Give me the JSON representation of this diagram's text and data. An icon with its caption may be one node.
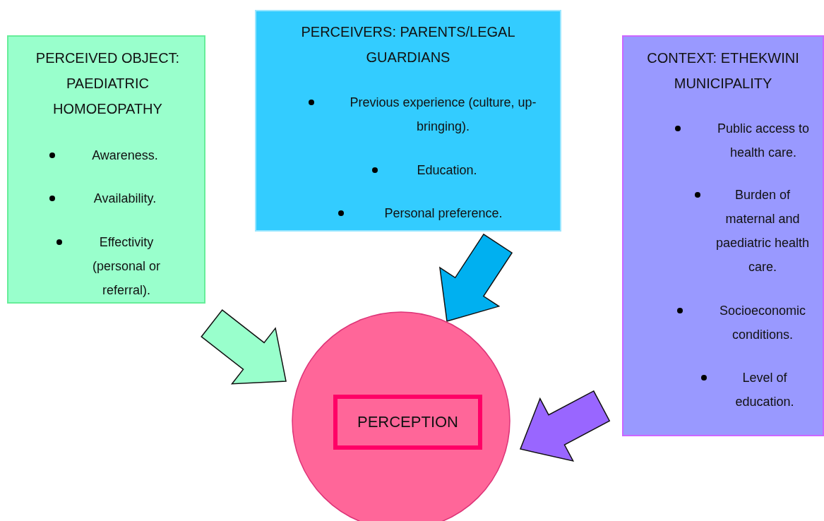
{
  "diagram": {
    "nodes": [
      {
        "text": [
          "PERCEIVED OBJECT: PAEDIATRIC HOMOEOPATHY",
          "Awareness.",
          "Availability.",
          "Effectivity (personal or referral)."
        ]
      },
      {
        "text": [
          "PERCEIVERS: PARENTS/LEGAL GUARDIANS",
          "Previous experience (culture, up-bringing).",
          "Education.",
          "Personal preference."
        ]
      },
      {
        "text": [
          "CONTEXT: ETHEKWINI MUNICIPALITY",
          "Public access to health care.",
          "Burden of maternal and paediatric health care.",
          "Socioeconomic conditions.",
          "Level of education."
        ]
      },
      {
        "text": [],
        "shape": "circle"
      },
      {
        "text": [
          "PERCEPTION"
        ],
        "in": 3
      }
    ],
    "edges": [
      {
        "from": 0,
        "to": 3,
        "arrow": "to",
        "color": "#99ffcc"
      },
      {
        "from": 1,
        "to": 3,
        "arrow": "to",
        "color": "#00b0f0"
      },
      {
        "from": 2,
        "to": 3,
        "arrow": "to",
        "color": "#9966ff"
      }
    ]
  }
}
